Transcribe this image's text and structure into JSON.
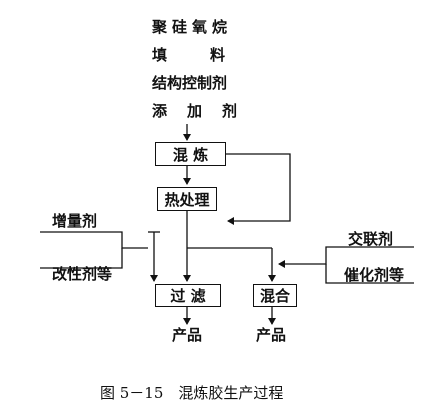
{
  "inputs_top": {
    "line1": "聚硅氧烷",
    "line2_left": "填",
    "line2_right": "料",
    "line3": "结构控制剂",
    "line4": "添加剂"
  },
  "boxes": {
    "mix": "混 炼",
    "heat": "热处理",
    "filter": "过 滤",
    "blend": "混合"
  },
  "side_inputs": {
    "left_top": "增量剂",
    "left_bottom": "改性剂等",
    "right_top": "交联剂",
    "right_bottom": "催化剂等"
  },
  "outputs": {
    "product_left": "产品",
    "product_right": "产品"
  },
  "caption": "图 5－15　混炼胶生产过程"
}
